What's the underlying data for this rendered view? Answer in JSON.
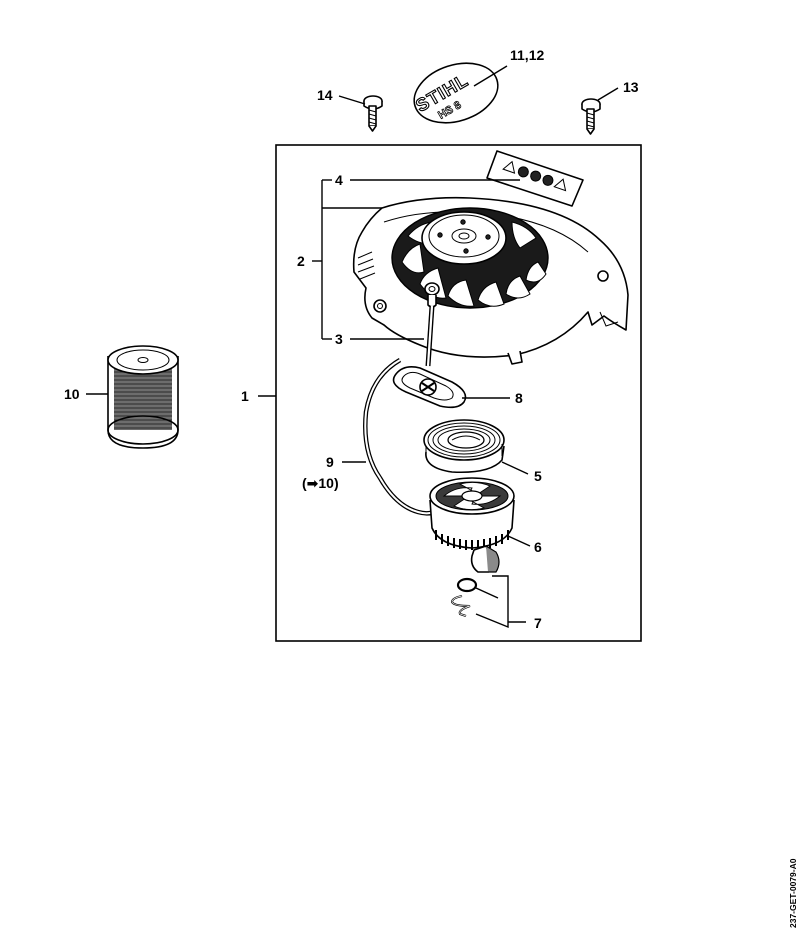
{
  "diagram": {
    "labels": {
      "l1": "1",
      "l2": "2",
      "l3": "3",
      "l4": "4",
      "l5": "5",
      "l6": "6",
      "l7": "7",
      "l8": "8",
      "l9": "9",
      "l9_ref": "(➡10)",
      "l10": "10",
      "l11_12": "11,12",
      "l13": "13",
      "l14": "14"
    },
    "logo_text": {
      "brand": "STIHL",
      "model": "HS 8"
    },
    "doc_code": "237-GET-0079-A0"
  }
}
